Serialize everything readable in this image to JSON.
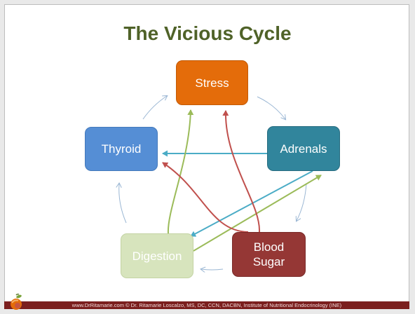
{
  "title": "The Vicious Cycle",
  "nodes": {
    "stress": "Stress",
    "adrenals": "Adrenals",
    "thyroid": "Thyroid",
    "digestion": "Digestion",
    "blood_sugar": "Blood Sugar"
  },
  "colors": {
    "title": "#4f6228",
    "stress": "#e46c0a",
    "adrenals": "#31859c",
    "thyroid": "#558ed5",
    "digestion": "#d7e4bd",
    "blood_sugar": "#953735",
    "cycle_arrows": "#9bb7d4",
    "green_arrows": "#9bbb59",
    "red_arrows": "#c0504d",
    "blue_arrows": "#4bacc6",
    "footer_bar": "#7b1f1e"
  },
  "icons": {
    "logo": "fruit-logo-icon"
  },
  "footer": {
    "text": "www.DrRitamarie.com     © Dr. Ritamarie Loscalzo, MS, DC, CCN, DACBN, Institute of Nutritional Endocrinology (INE)"
  }
}
